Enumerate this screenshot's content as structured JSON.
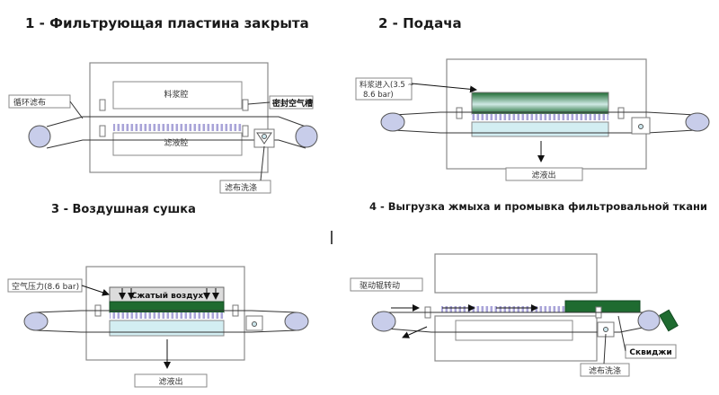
{
  "panels": {
    "p1": {
      "title": "1 - Фильтрующая пластина закрыта",
      "slurry_chamber": "料浆腔",
      "filtrate_chamber": "滤液腔",
      "belt_label": "循环滤布",
      "seal_label": "密封空气槽",
      "wash_label": "滤布洗涤"
    },
    "p2": {
      "title": "2 - Подача",
      "feed_label_1": "料浆进入(3.5 ~",
      "feed_label_2": "8.6 bar)",
      "outlet_label": "滤液出"
    },
    "p3": {
      "title": "3 - Воздушная сушка",
      "air_label": "空气压力(8.6 bar)",
      "compressed_air": "Сжатый воздух",
      "outlet_label": "滤液出"
    },
    "p4": {
      "title": "4 - Выгрузка жмыха и промывка фильтровальной ткани",
      "drive_label": "驱动辊转动",
      "squeegee_label": "Сквиджи",
      "wash_label": "滤布洗涤"
    }
  },
  "colors": {
    "frame": "#8a8a8a",
    "roller": "#c8cdea",
    "slurry_dark": "#1e6b33",
    "filtrate": "#d3eef2",
    "cake": "#1f6b30",
    "cloth": "#a9a4d8"
  }
}
